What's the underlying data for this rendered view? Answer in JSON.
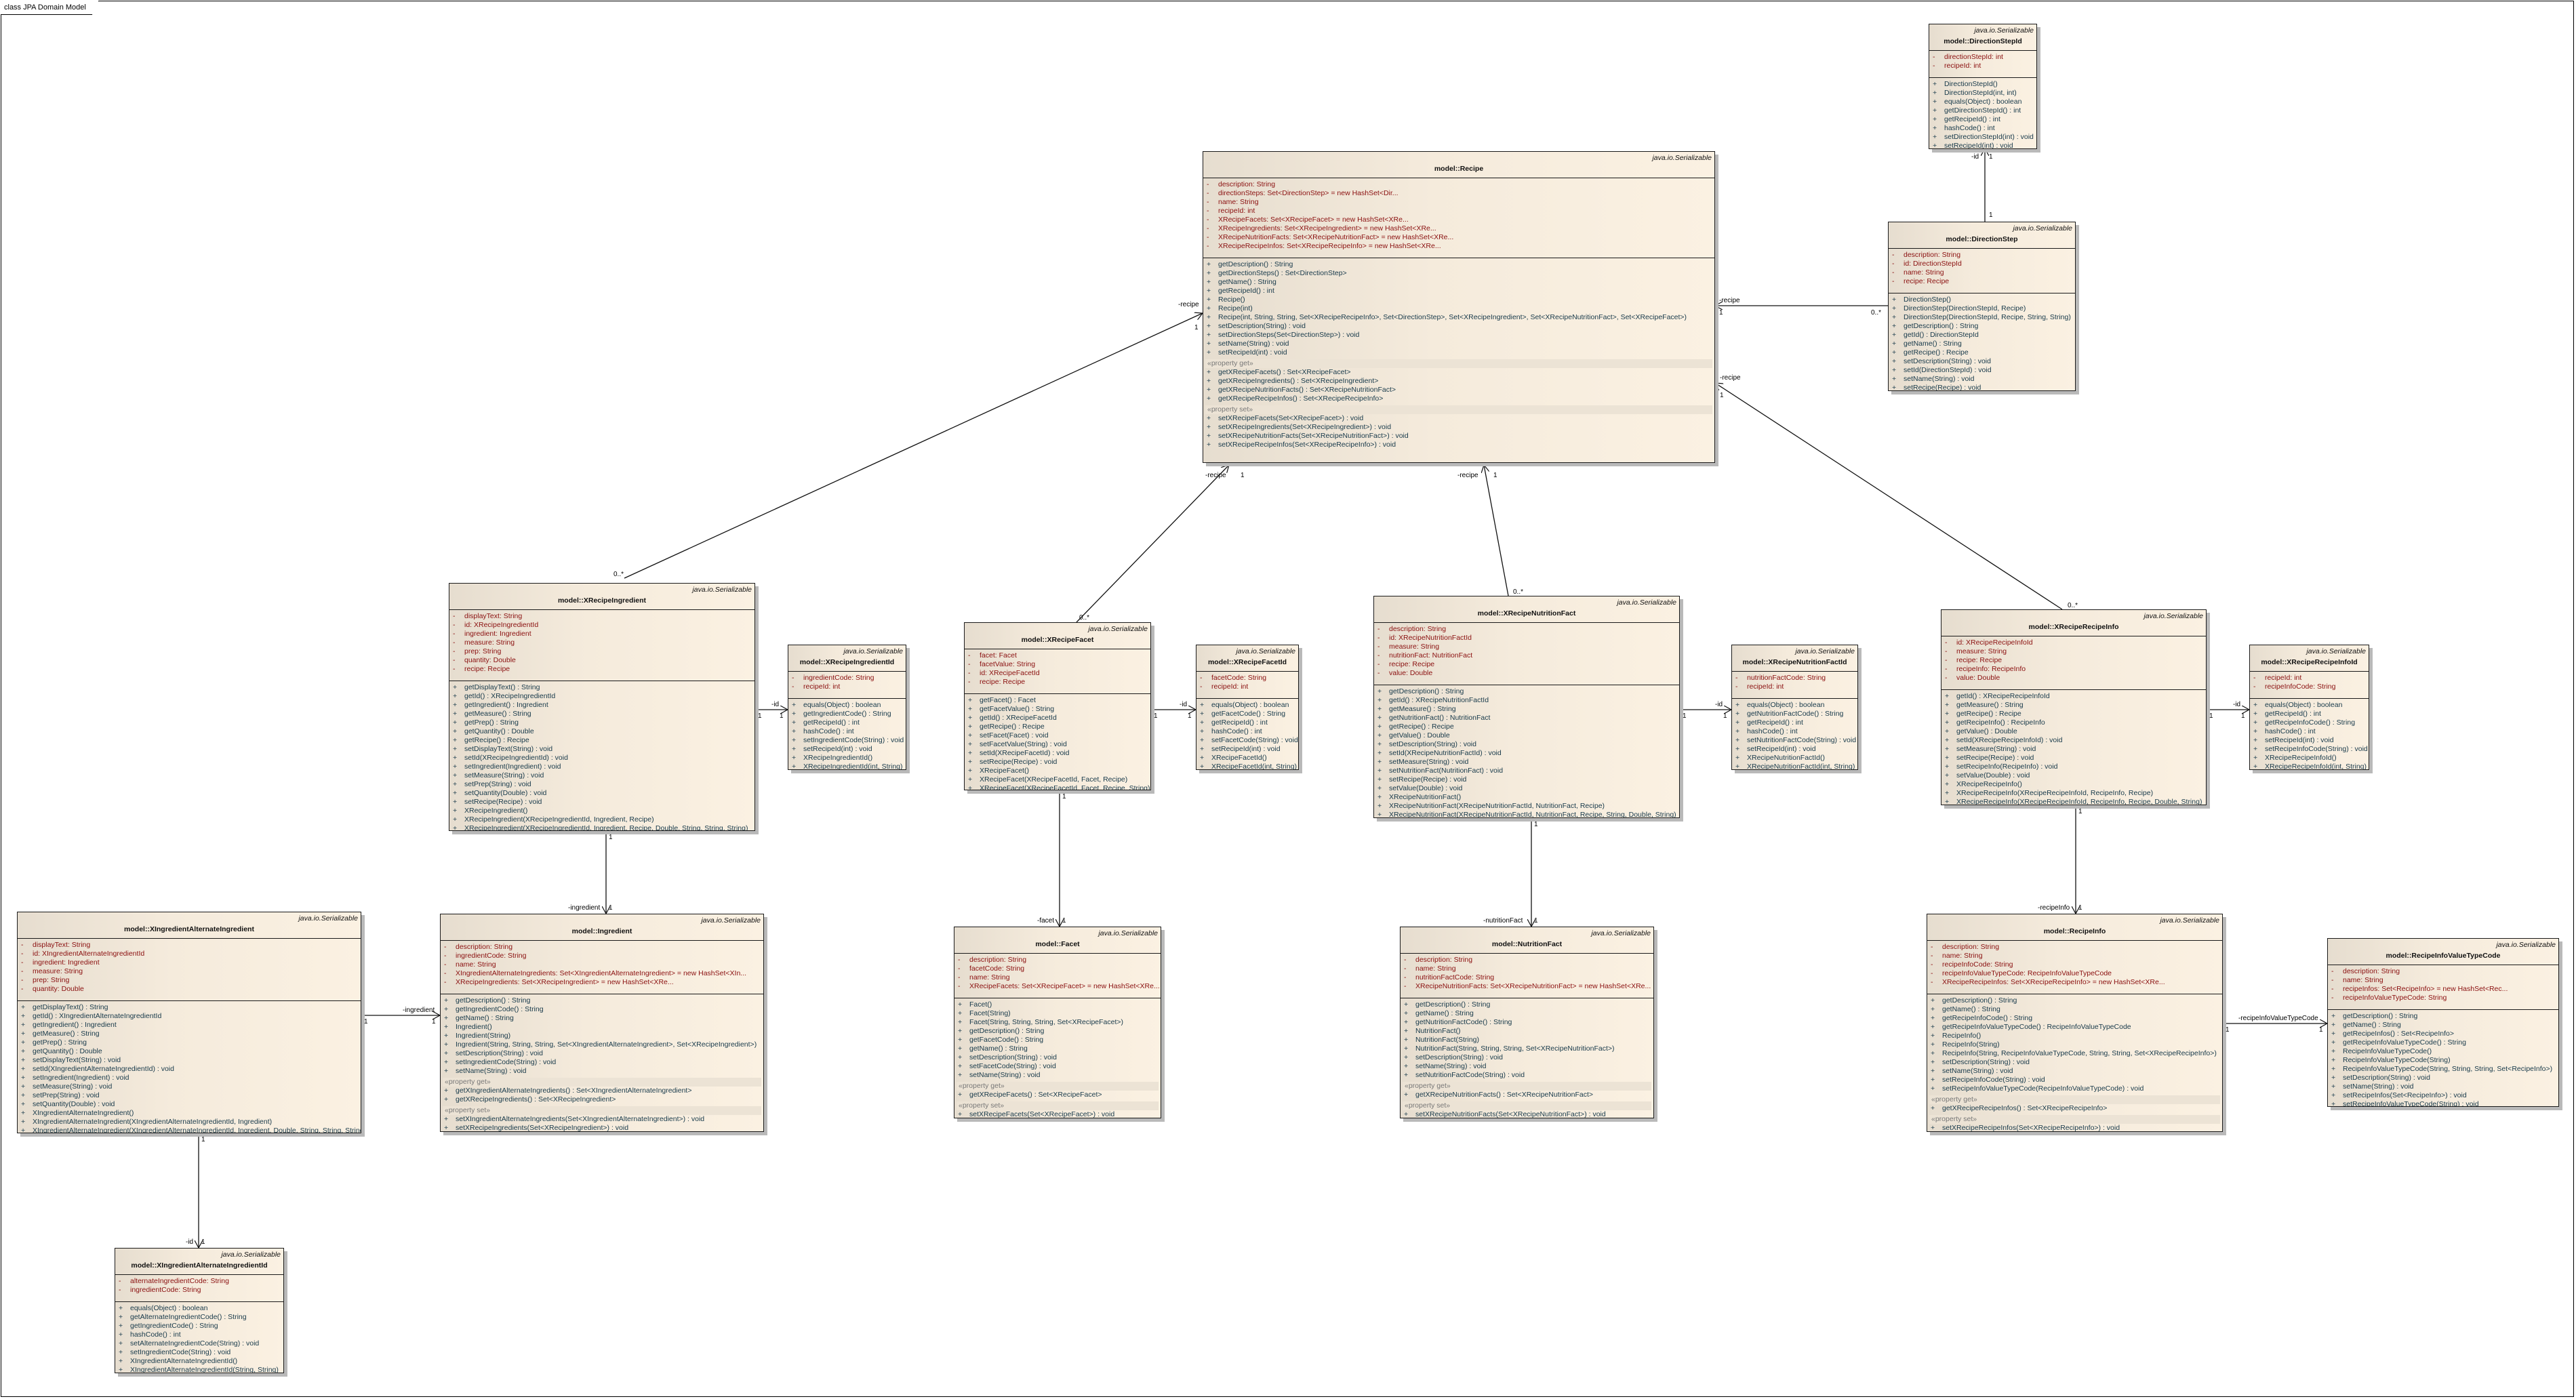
{
  "frame_title": "class JPA Domain Model",
  "classes": [
    {
      "id": "recipe",
      "stereotype": "java.io.Serializable",
      "name": "model::Recipe",
      "attributes": [
        "description:  String",
        "directionSteps:  Set<DirectionStep> = new HashSet<Dir...",
        "name:  String",
        "recipeId:  int",
        "XRecipeFacets:  Set<XRecipeFacet> = new HashSet<XRe...",
        "XRecipeIngredients:  Set<XRecipeIngredient> = new HashSet<XRe...",
        "XRecipeNutritionFacts:  Set<XRecipeNutritionFact> = new HashSet<XRe...",
        "XRecipeRecipeInfos:  Set<XRecipeRecipeInfo> = new HashSet<XRe..."
      ],
      "operations": [
        "getDescription() : String",
        "getDirectionSteps() : Set<DirectionStep>",
        "getName() : String",
        "getRecipeId() : int",
        "Recipe()",
        "Recipe(int)",
        "Recipe(int, String, String, Set<XRecipeRecipeInfo>, Set<DirectionStep>, Set<XRecipeIngredient>, Set<XRecipeNutritionFact>, Set<XRecipeFacet>)",
        "setDescription(String) : void",
        "setDirectionSteps(Set<DirectionStep>) : void",
        "setName(String) : void",
        "setRecipeId(int) : void"
      ],
      "property_get": [
        "getXRecipeFacets() : Set<XRecipeFacet>",
        "getXRecipeIngredients() : Set<XRecipeIngredient>",
        "getXRecipeNutritionFacts() : Set<XRecipeNutritionFact>",
        "getXRecipeRecipeInfos() : Set<XRecipeRecipeInfo>"
      ],
      "property_set": [
        "setXRecipeFacets(Set<XRecipeFacet>) : void",
        "setXRecipeIngredients(Set<XRecipeIngredient>) : void",
        "setXRecipeNutritionFacts(Set<XRecipeNutritionFact>) : void",
        "setXRecipeRecipeInfos(Set<XRecipeRecipeInfo>) : void"
      ]
    },
    {
      "id": "direction-step-id",
      "stereotype": "java.io.Serializable",
      "name": "model::DirectionStepId",
      "attributes": [
        "directionStepId:  int",
        "recipeId:  int"
      ],
      "operations": [
        "DirectionStepId()",
        "DirectionStepId(int, int)",
        "equals(Object) : boolean",
        "getDirectionStepId() : int",
        "getRecipeId() : int",
        "hashCode() : int",
        "setDirectionStepId(int) : void",
        "setRecipeId(int) : void"
      ]
    },
    {
      "id": "direction-step",
      "stereotype": "java.io.Serializable",
      "name": "model::DirectionStep",
      "attributes": [
        "description:  String",
        "id:  DirectionStepId",
        "name:  String",
        "recipe:  Recipe"
      ],
      "operations": [
        "DirectionStep()",
        "DirectionStep(DirectionStepId, Recipe)",
        "DirectionStep(DirectionStepId, Recipe, String, String)",
        "getDescription() : String",
        "getId() : DirectionStepId",
        "getName() : String",
        "getRecipe() : Recipe",
        "setDescription(String) : void",
        "setId(DirectionStepId) : void",
        "setName(String) : void",
        "setRecipe(Recipe) : void"
      ]
    },
    {
      "id": "x-recipe-ingredient",
      "stereotype": "java.io.Serializable",
      "name": "model::XRecipeIngredient",
      "attributes": [
        "displayText:  String",
        "id:  XRecipeIngredientId",
        "ingredient:  Ingredient",
        "measure:  String",
        "prep:  String",
        "quantity:  Double",
        "recipe:  Recipe"
      ],
      "operations": [
        "getDisplayText() : String",
        "getId() : XRecipeIngredientId",
        "getIngredient() : Ingredient",
        "getMeasure() : String",
        "getPrep() : String",
        "getQuantity() : Double",
        "getRecipe() : Recipe",
        "setDisplayText(String) : void",
        "setId(XRecipeIngredientId) : void",
        "setIngredient(Ingredient) : void",
        "setMeasure(String) : void",
        "setPrep(String) : void",
        "setQuantity(Double) : void",
        "setRecipe(Recipe) : void",
        "XRecipeIngredient()",
        "XRecipeIngredient(XRecipeIngredientId, Ingredient, Recipe)",
        "XRecipeIngredient(XRecipeIngredientId, Ingredient, Recipe, Double, String, String, String)"
      ]
    },
    {
      "id": "x-recipe-ingredient-id",
      "stereotype": "java.io.Serializable",
      "name": "model::XRecipeIngredientId",
      "attributes": [
        "ingredientCode:  String",
        "recipeId:  int"
      ],
      "operations": [
        "equals(Object) : boolean",
        "getIngredientCode() : String",
        "getRecipeId() : int",
        "hashCode() : int",
        "setIngredientCode(String) : void",
        "setRecipeId(int) : void",
        "XRecipeIngredientId()",
        "XRecipeIngredientId(int, String)"
      ]
    },
    {
      "id": "x-recipe-facet",
      "stereotype": "java.io.Serializable",
      "name": "model::XRecipeFacet",
      "attributes": [
        "facet:  Facet",
        "facetValue:  String",
        "id:  XRecipeFacetId",
        "recipe:  Recipe"
      ],
      "operations": [
        "getFacet() : Facet",
        "getFacetValue() : String",
        "getId() : XRecipeFacetId",
        "getRecipe() : Recipe",
        "setFacet(Facet) : void",
        "setFacetValue(String) : void",
        "setId(XRecipeFacetId) : void",
        "setRecipe(Recipe) : void",
        "XRecipeFacet()",
        "XRecipeFacet(XRecipeFacetId, Facet, Recipe)",
        "XRecipeFacet(XRecipeFacetId, Facet, Recipe, String)"
      ]
    },
    {
      "id": "x-recipe-facet-id",
      "stereotype": "java.io.Serializable",
      "name": "model::XRecipeFacetId",
      "attributes": [
        "facetCode:  String",
        "recipeId:  int"
      ],
      "operations": [
        "equals(Object) : boolean",
        "getFacetCode() : String",
        "getRecipeId() : int",
        "hashCode() : int",
        "setFacetCode(String) : void",
        "setRecipeId(int) : void",
        "XRecipeFacetId()",
        "XRecipeFacetId(int, String)"
      ]
    },
    {
      "id": "x-recipe-nutrition-fact",
      "stereotype": "java.io.Serializable",
      "name": "model::XRecipeNutritionFact",
      "attributes": [
        "description:  String",
        "id:  XRecipeNutritionFactId",
        "measure:  String",
        "nutritionFact:  NutritionFact",
        "recipe:  Recipe",
        "value:  Double"
      ],
      "operations": [
        "getDescription() : String",
        "getId() : XRecipeNutritionFactId",
        "getMeasure() : String",
        "getNutritionFact() : NutritionFact",
        "getRecipe() : Recipe",
        "getValue() : Double",
        "setDescription(String) : void",
        "setId(XRecipeNutritionFactId) : void",
        "setMeasure(String) : void",
        "setNutritionFact(NutritionFact) : void",
        "setRecipe(Recipe) : void",
        "setValue(Double) : void",
        "XRecipeNutritionFact()",
        "XRecipeNutritionFact(XRecipeNutritionFactId, NutritionFact, Recipe)",
        "XRecipeNutritionFact(XRecipeNutritionFactId, NutritionFact, Recipe, String, Double, String)"
      ]
    },
    {
      "id": "x-recipe-nutrition-fact-id",
      "stereotype": "java.io.Serializable",
      "name": "model::XRecipeNutritionFactId",
      "attributes": [
        "nutritionFactCode:  String",
        "recipeId:  int"
      ],
      "operations": [
        "equals(Object) : boolean",
        "getNutritionFactCode() : String",
        "getRecipeId() : int",
        "hashCode() : int",
        "setNutritionFactCode(String) : void",
        "setRecipeId(int) : void",
        "XRecipeNutritionFactId()",
        "XRecipeNutritionFactId(int, String)"
      ]
    },
    {
      "id": "x-recipe-recipe-info",
      "stereotype": "java.io.Serializable",
      "name": "model::XRecipeRecipeInfo",
      "attributes": [
        "id:  XRecipeRecipeInfoId",
        "measure:  String",
        "recipe:  Recipe",
        "recipeInfo:  RecipeInfo",
        "value:  Double"
      ],
      "operations": [
        "getId() : XRecipeRecipeInfoId",
        "getMeasure() : String",
        "getRecipe() : Recipe",
        "getRecipeInfo() : RecipeInfo",
        "getValue() : Double",
        "setId(XRecipeRecipeInfoId) : void",
        "setMeasure(String) : void",
        "setRecipe(Recipe) : void",
        "setRecipeInfo(RecipeInfo) : void",
        "setValue(Double) : void",
        "XRecipeRecipeInfo()",
        "XRecipeRecipeInfo(XRecipeRecipeInfoId, RecipeInfo, Recipe)",
        "XRecipeRecipeInfo(XRecipeRecipeInfoId, RecipeInfo, Recipe, Double, String)"
      ]
    },
    {
      "id": "x-recipe-recipe-info-id",
      "stereotype": "java.io.Serializable",
      "name": "model::XRecipeRecipeInfoId",
      "attributes": [
        "recipeId:  int",
        "recipeInfoCode:  String"
      ],
      "operations": [
        "equals(Object) : boolean",
        "getRecipeId() : int",
        "getRecipeInfoCode() : String",
        "hashCode() : int",
        "setRecipeId(int) : void",
        "setRecipeInfoCode(String) : void",
        "XRecipeRecipeInfoId()",
        "XRecipeRecipeInfoId(int, String)"
      ]
    },
    {
      "id": "x-ingredient-alternate-ingredient",
      "stereotype": "java.io.Serializable",
      "name": "model::XIngredientAlternateIngredient",
      "attributes": [
        "displayText:  String",
        "id:  XIngredientAlternateIngredientId",
        "ingredient:  Ingredient",
        "measure:  String",
        "prep:  String",
        "quantity:  Double"
      ],
      "operations": [
        "getDisplayText() : String",
        "getId() : XIngredientAlternateIngredientId",
        "getIngredient() : Ingredient",
        "getMeasure() : String",
        "getPrep() : String",
        "getQuantity() : Double",
        "setDisplayText(String) : void",
        "setId(XIngredientAlternateIngredientId) : void",
        "setIngredient(Ingredient) : void",
        "setMeasure(String) : void",
        "setPrep(String) : void",
        "setQuantity(Double) : void",
        "XIngredientAlternateIngredient()",
        "XIngredientAlternateIngredient(XIngredientAlternateIngredientId, Ingredient)",
        "XIngredientAlternateIngredient(XIngredientAlternateIngredientId, Ingredient, Double, String, String, String)"
      ]
    },
    {
      "id": "ingredient",
      "stereotype": "java.io.Serializable",
      "name": "model::Ingredient",
      "attributes": [
        "description:  String",
        "ingredientCode:  String",
        "name:  String",
        "XIngredientAlternateIngredients:  Set<XIngredientAlternateIngredient> = new HashSet<XIn...",
        "XRecipeIngredients:  Set<XRecipeIngredient> = new HashSet<XRe..."
      ],
      "operations": [
        "getDescription() : String",
        "getIngredientCode() : String",
        "getName() : String",
        "Ingredient()",
        "Ingredient(String)",
        "Ingredient(String, String, String, Set<XIngredientAlternateIngredient>, Set<XRecipeIngredient>)",
        "setDescription(String) : void",
        "setIngredientCode(String) : void",
        "setName(String) : void"
      ],
      "property_get": [
        "getXIngredientAlternateIngredients() : Set<XIngredientAlternateIngredient>",
        "getXRecipeIngredients() : Set<XRecipeIngredient>"
      ],
      "property_set": [
        "setXIngredientAlternateIngredients(Set<XIngredientAlternateIngredient>) : void",
        "setXRecipeIngredients(Set<XRecipeIngredient>) : void"
      ]
    },
    {
      "id": "facet",
      "stereotype": "java.io.Serializable",
      "name": "model::Facet",
      "attributes": [
        "description:  String",
        "facetCode:  String",
        "name:  String",
        "XRecipeFacets:  Set<XRecipeFacet> = new HashSet<XRe..."
      ],
      "operations": [
        "Facet()",
        "Facet(String)",
        "Facet(String, String, String, Set<XRecipeFacet>)",
        "getDescription() : String",
        "getFacetCode() : String",
        "getName() : String",
        "setDescription(String) : void",
        "setFacetCode(String) : void",
        "setName(String) : void"
      ],
      "property_get": [
        "getXRecipeFacets() : Set<XRecipeFacet>"
      ],
      "property_set": [
        "setXRecipeFacets(Set<XRecipeFacet>) : void"
      ]
    },
    {
      "id": "nutrition-fact",
      "stereotype": "java.io.Serializable",
      "name": "model::NutritionFact",
      "attributes": [
        "description:  String",
        "name:  String",
        "nutritionFactCode:  String",
        "XRecipeNutritionFacts:  Set<XRecipeNutritionFact> = new HashSet<XRe..."
      ],
      "operations": [
        "getDescription() : String",
        "getName() : String",
        "getNutritionFactCode() : String",
        "NutritionFact()",
        "NutritionFact(String)",
        "NutritionFact(String, String, String, Set<XRecipeNutritionFact>)",
        "setDescription(String) : void",
        "setName(String) : void",
        "setNutritionFactCode(String) : void"
      ],
      "property_get": [
        "getXRecipeNutritionFacts() : Set<XRecipeNutritionFact>"
      ],
      "property_set": [
        "setXRecipeNutritionFacts(Set<XRecipeNutritionFact>) : void"
      ]
    },
    {
      "id": "recipe-info",
      "stereotype": "java.io.Serializable",
      "name": "model::RecipeInfo",
      "attributes": [
        "description:  String",
        "name:  String",
        "recipeInfoCode:  String",
        "recipeInfoValueTypeCode:  RecipeInfoValueTypeCode",
        "XRecipeRecipeInfos:  Set<XRecipeRecipeInfo> = new HashSet<XRe..."
      ],
      "operations": [
        "getDescription() : String",
        "getName() : String",
        "getRecipeInfoCode() : String",
        "getRecipeInfoValueTypeCode() : RecipeInfoValueTypeCode",
        "RecipeInfo()",
        "RecipeInfo(String)",
        "RecipeInfo(String, RecipeInfoValueTypeCode, String, String, Set<XRecipeRecipeInfo>)",
        "setDescription(String) : void",
        "setName(String) : void",
        "setRecipeInfoCode(String) : void",
        "setRecipeInfoValueTypeCode(RecipeInfoValueTypeCode) : void"
      ],
      "property_get": [
        "getXRecipeRecipeInfos() : Set<XRecipeRecipeInfo>"
      ],
      "property_set": [
        "setXRecipeRecipeInfos(Set<XRecipeRecipeInfo>) : void"
      ]
    },
    {
      "id": "recipe-info-value-type-code",
      "stereotype": "java.io.Serializable",
      "name": "model::RecipeInfoValueTypeCode",
      "attributes": [
        "description:  String",
        "name:  String",
        "recipeInfos:  Set<RecipeInfo> = new HashSet<Rec...",
        "recipeInfoValueTypeCode:  String"
      ],
      "operations": [
        "getDescription() : String",
        "getName() : String",
        "getRecipeInfos() : Set<RecipeInfo>",
        "getRecipeInfoValueTypeCode() : String",
        "RecipeInfoValueTypeCode()",
        "RecipeInfoValueTypeCode(String)",
        "RecipeInfoValueTypeCode(String, String, String, Set<RecipeInfo>)",
        "setDescription(String) : void",
        "setName(String) : void",
        "setRecipeInfos(Set<RecipeInfo>) : void",
        "setRecipeInfoValueTypeCode(String) : void"
      ]
    },
    {
      "id": "x-ingredient-alternate-ingredient-id",
      "stereotype": "java.io.Serializable",
      "name": "model::XIngredientAlternateIngredientId",
      "attributes": [
        "alternateIngredientCode:  String",
        "ingredientCode:  String"
      ],
      "operations": [
        "equals(Object) : boolean",
        "getAlternateIngredientCode() : String",
        "getIngredientCode() : String",
        "hashCode() : int",
        "setAlternateIngredientCode(String) : void",
        "setIngredientCode(String) : void",
        "XIngredientAlternateIngredientId()",
        "XIngredientAlternateIngredientId(String, String)"
      ]
    }
  ],
  "labels": {
    "attr_vis": "-",
    "op_vis": "+",
    "property_get": "«property get»",
    "property_set": "«property set»"
  },
  "connectors": [
    {
      "from": "x-recipe-ingredient",
      "to": "recipe",
      "labels": [
        "-recipe",
        "1",
        "0..*"
      ]
    },
    {
      "from": "x-recipe-facet",
      "to": "recipe",
      "labels": [
        "-recipe",
        "1",
        "0..*"
      ]
    },
    {
      "from": "x-recipe-nutrition-fact",
      "to": "recipe",
      "labels": [
        "-recipe",
        "1",
        "0..*"
      ]
    },
    {
      "from": "x-recipe-recipe-info",
      "to": "recipe",
      "labels": [
        "-recipe",
        "1",
        "0..*"
      ]
    },
    {
      "from": "direction-step",
      "to": "recipe",
      "labels": [
        "-recipe",
        "1",
        "0..*"
      ]
    },
    {
      "from": "direction-step",
      "to": "direction-step-id",
      "labels": [
        "-id",
        "1",
        "1"
      ]
    },
    {
      "from": "x-recipe-ingredient",
      "to": "x-recipe-ingredient-id",
      "labels": [
        "-id",
        "1",
        "1"
      ]
    },
    {
      "from": "x-recipe-facet",
      "to": "x-recipe-facet-id",
      "labels": [
        "-id",
        "1",
        "1"
      ]
    },
    {
      "from": "x-recipe-nutrition-fact",
      "to": "x-recipe-nutrition-fact-id",
      "labels": [
        "-id",
        "1",
        "1"
      ]
    },
    {
      "from": "x-recipe-recipe-info",
      "to": "x-recipe-recipe-info-id",
      "labels": [
        "-id",
        "1",
        "1"
      ]
    },
    {
      "from": "x-recipe-ingredient",
      "to": "ingredient",
      "labels": [
        "-ingredient",
        "1",
        "1"
      ]
    },
    {
      "from": "x-recipe-facet",
      "to": "facet",
      "labels": [
        "-facet",
        "1",
        "1"
      ]
    },
    {
      "from": "x-recipe-nutrition-fact",
      "to": "nutrition-fact",
      "labels": [
        "-nutritionFact",
        "1",
        "1"
      ]
    },
    {
      "from": "x-recipe-recipe-info",
      "to": "recipe-info",
      "labels": [
        "-recipeInfo",
        "1",
        "1"
      ]
    },
    {
      "from": "x-ingredient-alternate-ingredient",
      "to": "ingredient",
      "labels": [
        "-ingredient",
        "1",
        "1"
      ]
    },
    {
      "from": "x-ingredient-alternate-ingredient",
      "to": "x-ingredient-alternate-ingredient-id",
      "labels": [
        "-id",
        "1",
        "1"
      ]
    },
    {
      "from": "recipe-info",
      "to": "recipe-info-value-type-code",
      "labels": [
        "-recipeInfoValueTypeCode",
        "1",
        "1"
      ]
    }
  ]
}
